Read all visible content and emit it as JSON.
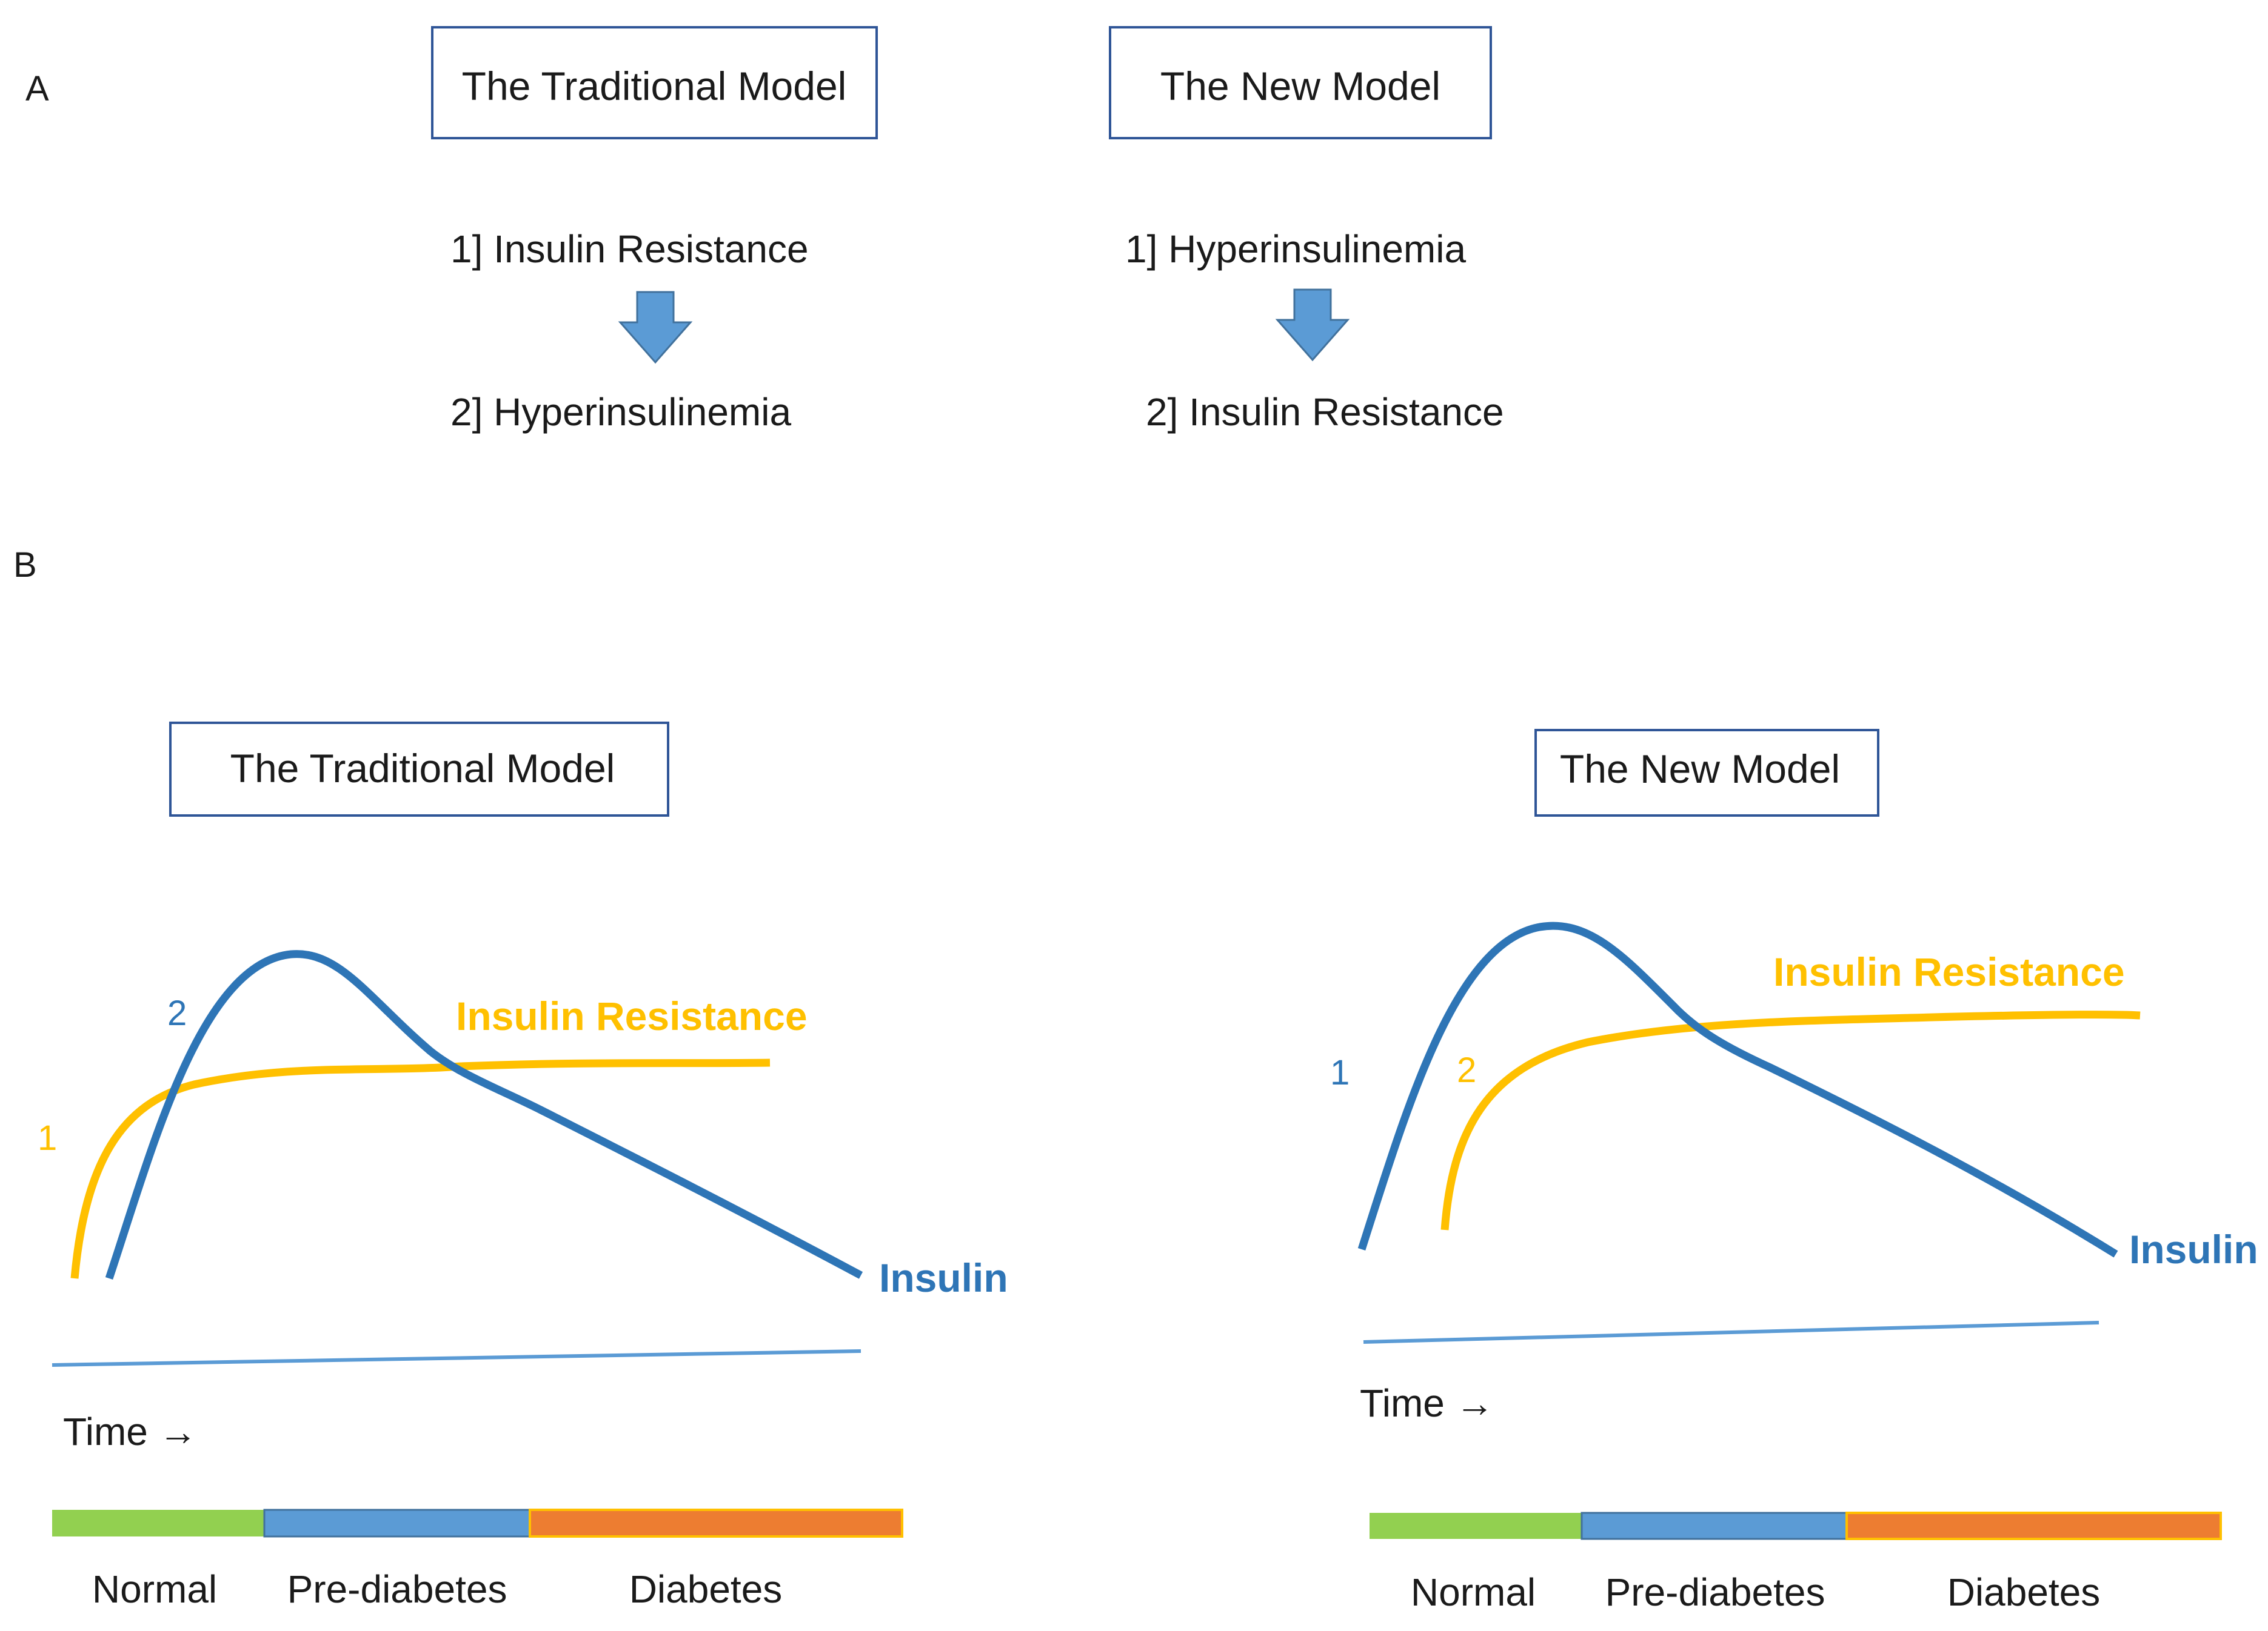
{
  "panel_a": {
    "label": "A",
    "traditional": {
      "title": "The Traditional Model",
      "step1": "1] Insulin Resistance",
      "step2": "2] Hyperinsulinemia"
    },
    "new": {
      "title": "The New Model",
      "step1": "1] Hyperinsulinemia",
      "step2": "2] Insulin Resistance"
    }
  },
  "panel_b": {
    "label": "B",
    "traditional": {
      "title": "The Traditional Model",
      "order_insulin": "2",
      "order_resistance": "1",
      "resistance_label": "Insulin Resistance",
      "insulin_label": "Insulin",
      "time_label": "Time →",
      "stages": [
        "Normal",
        "Pre-diabetes",
        "Diabetes"
      ]
    },
    "new": {
      "title": "The New Model",
      "order_insulin": "1",
      "order_resistance": "2",
      "resistance_label": "Insulin Resistance",
      "insulin_label": "Insulin",
      "time_label": "Time →",
      "stages": [
        "Normal",
        "Pre-diabetes",
        "Diabetes"
      ]
    }
  },
  "colors": {
    "insulin": "#2e75b6",
    "resistance": "#ffc000",
    "arrow": "#5b9bd5",
    "box_border": "#2f5597",
    "stage_normal": "#92d050",
    "stage_prediabetes": "#5b9bd5",
    "stage_diabetes": "#ed7d31"
  }
}
